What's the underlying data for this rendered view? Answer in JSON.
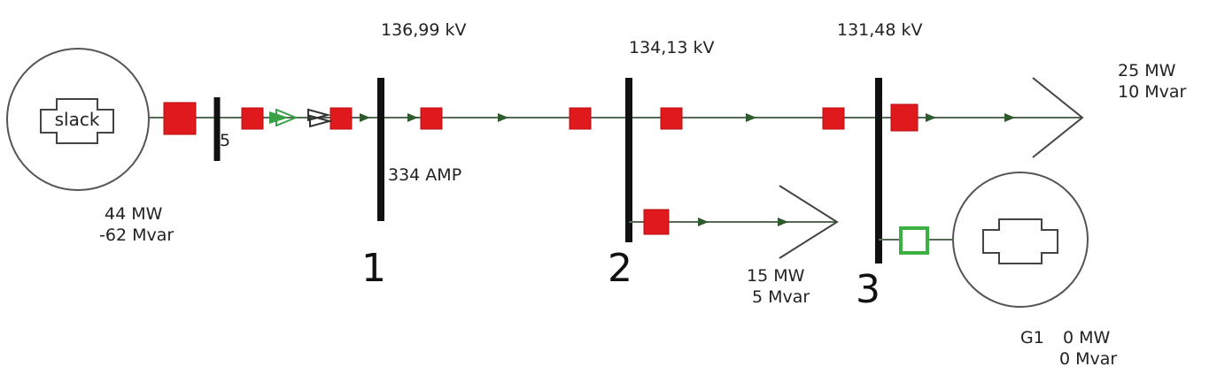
{
  "buses": [
    {
      "number": "1",
      "voltage": "136,99 kV"
    },
    {
      "number": "2",
      "voltage": "134,13 kV"
    },
    {
      "number": "3",
      "voltage": "131,48 kV"
    }
  ],
  "small_bus_label": "5",
  "line_current": "334 AMP",
  "slack": {
    "label": "slack",
    "mw": "44 MW",
    "mvar": "-62 Mvar"
  },
  "load_bus3": {
    "mw": "25 MW",
    "mvar": "10 Mvar"
  },
  "load_bus2": {
    "mw": "15 MW",
    "mvar": "5 Mvar"
  },
  "generator": {
    "name": "G1",
    "mw": "0 MW",
    "mvar": "0 Mvar"
  },
  "colors": {
    "breaker_closed": "#e0191c",
    "breaker_open": "#3cb043",
    "line": "#556b55"
  }
}
